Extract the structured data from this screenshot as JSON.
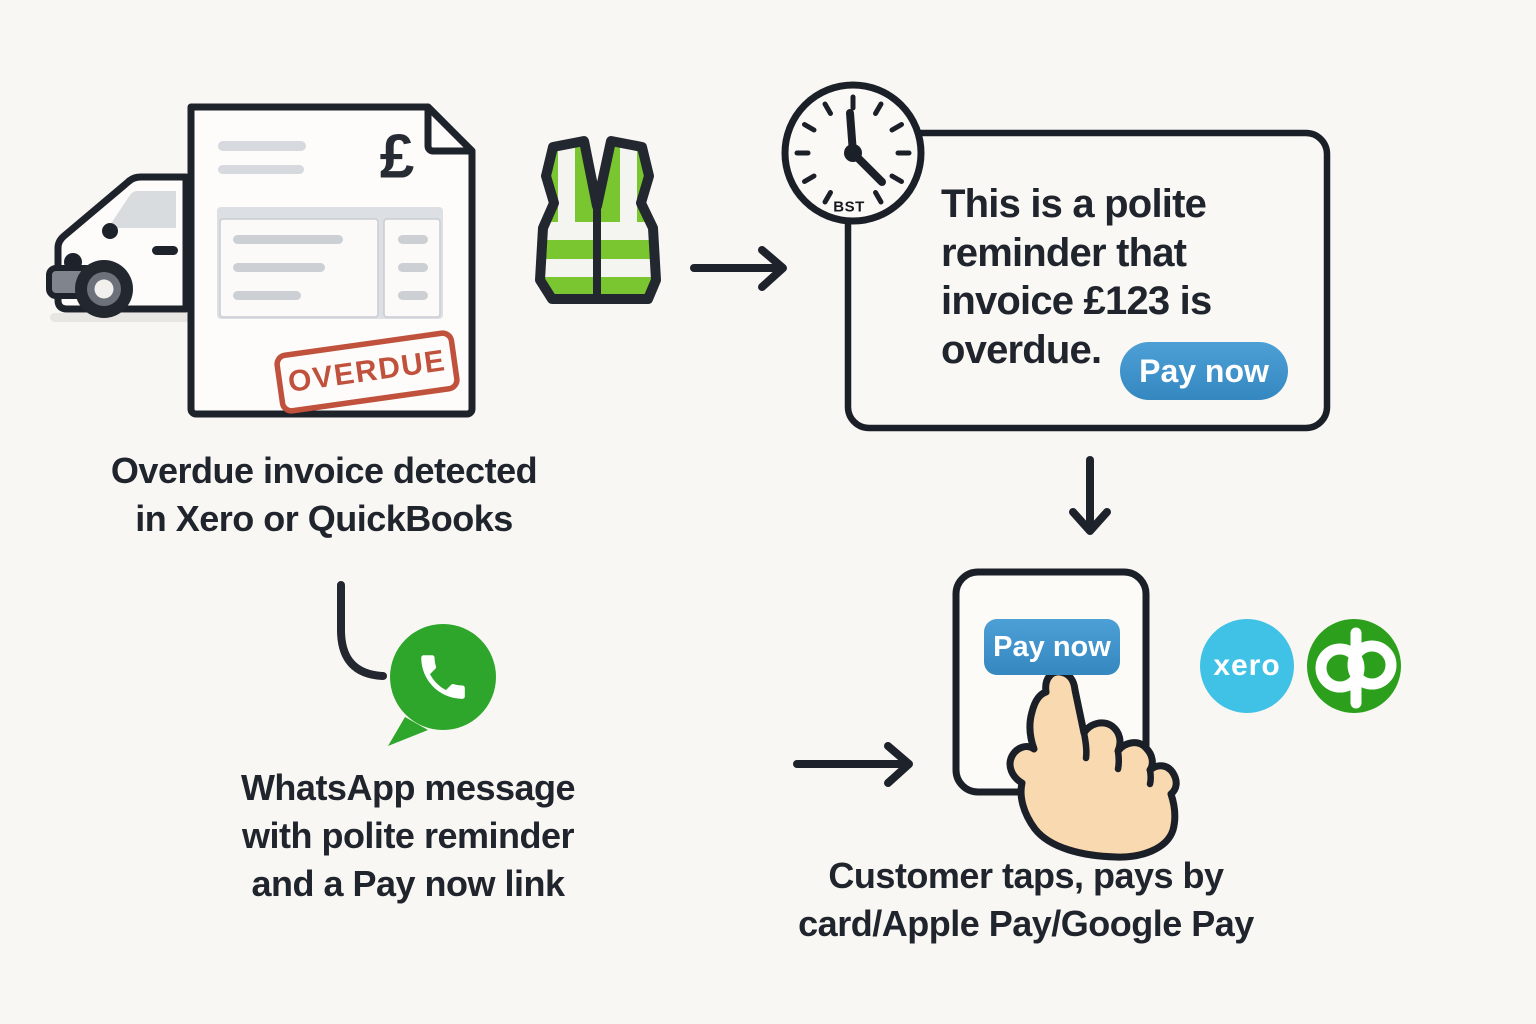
{
  "diagram": {
    "step1": {
      "caption": [
        "Overdue invoice detected",
        "in Xero or QuickBooks"
      ],
      "invoice_stamp": "OVERDUE",
      "invoice_currency": "£"
    },
    "reminder_message": {
      "clock_label": "BST",
      "lines": [
        "This is a polite",
        "reminder that",
        "invoice £123 is",
        "overdue."
      ],
      "pay_button_label": "Pay now"
    },
    "step2": {
      "caption": [
        "WhatsApp message",
        "with polite reminder",
        "and a Pay now link"
      ]
    },
    "step3": {
      "phone_button_label": "Pay now",
      "caption": [
        "Customer taps, pays by",
        "card/Apple Pay/Google Pay"
      ]
    },
    "logos": {
      "xero_label": "xero"
    },
    "icons": [
      "delivery-van-icon",
      "invoice-document-icon",
      "overdue-stamp",
      "hi-vis-vest-icon",
      "clock-icon",
      "whatsapp-icon",
      "arrow-right-icon",
      "arrow-down-icon",
      "connector-line",
      "phone-icon",
      "pointing-hand-icon",
      "xero-logo",
      "quickbooks-logo"
    ],
    "colors": {
      "background": "#f9f7f3",
      "ink": "#1e222b",
      "stamp_red": "#c0513c",
      "button_blue": "#3e92c9",
      "whatsapp_green": "#2ea62b",
      "vest_green": "#7ac631",
      "xero_blue": "#40c1e6",
      "quickbooks_green": "#2ca01c",
      "skin": "#f9d9b0"
    }
  }
}
